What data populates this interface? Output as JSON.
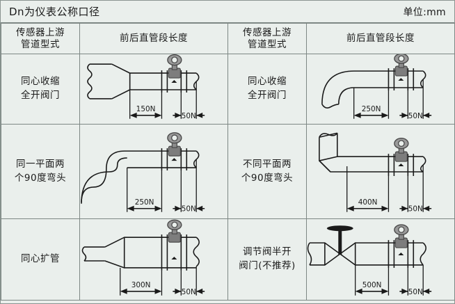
{
  "header": {
    "note": "Dn为仪表公称口径",
    "unit": "单位:mm"
  },
  "columns": {
    "pipe_type": "传感器上游\n管道型式",
    "pipe_type_line1": "传感器上游",
    "pipe_type_line2": "管道型式",
    "straight_len": "前后直管段长度"
  },
  "rows": [
    {
      "left": {
        "label_line1": "同心收缩",
        "label_line2": "全开阀门",
        "upstream": "150N",
        "downstream": "50N",
        "shape": "concentric-reducer"
      },
      "right": {
        "label_line1": "同心收缩",
        "label_line2": "全开阀门",
        "upstream": "250N",
        "downstream": "50N",
        "shape": "single-elbow"
      }
    },
    {
      "left": {
        "label_line1": "同一平面两",
        "label_line2": "个90度弯头",
        "upstream": "250N",
        "downstream": "50N",
        "shape": "two-elbows-same-plane"
      },
      "right": {
        "label_line1": "不同平面两",
        "label_line2": "个90度弯头",
        "upstream": "400N",
        "downstream": "50N",
        "shape": "two-elbows-diff-plane"
      }
    },
    {
      "left": {
        "label_line1": "同心扩管",
        "label_line2": "",
        "upstream": "300N",
        "downstream": "50N",
        "shape": "concentric-expander"
      },
      "right": {
        "label_line1": "调节阀半开",
        "label_line2": "阀门(不推荐)",
        "upstream": "500N",
        "downstream": "50N",
        "shape": "control-valve-half-open"
      }
    }
  ],
  "colors": {
    "background": "#eaefec",
    "border": "#7d8784",
    "line": "#1a1a1a",
    "meter_body": "#808080",
    "text": "#1a1a1a"
  }
}
